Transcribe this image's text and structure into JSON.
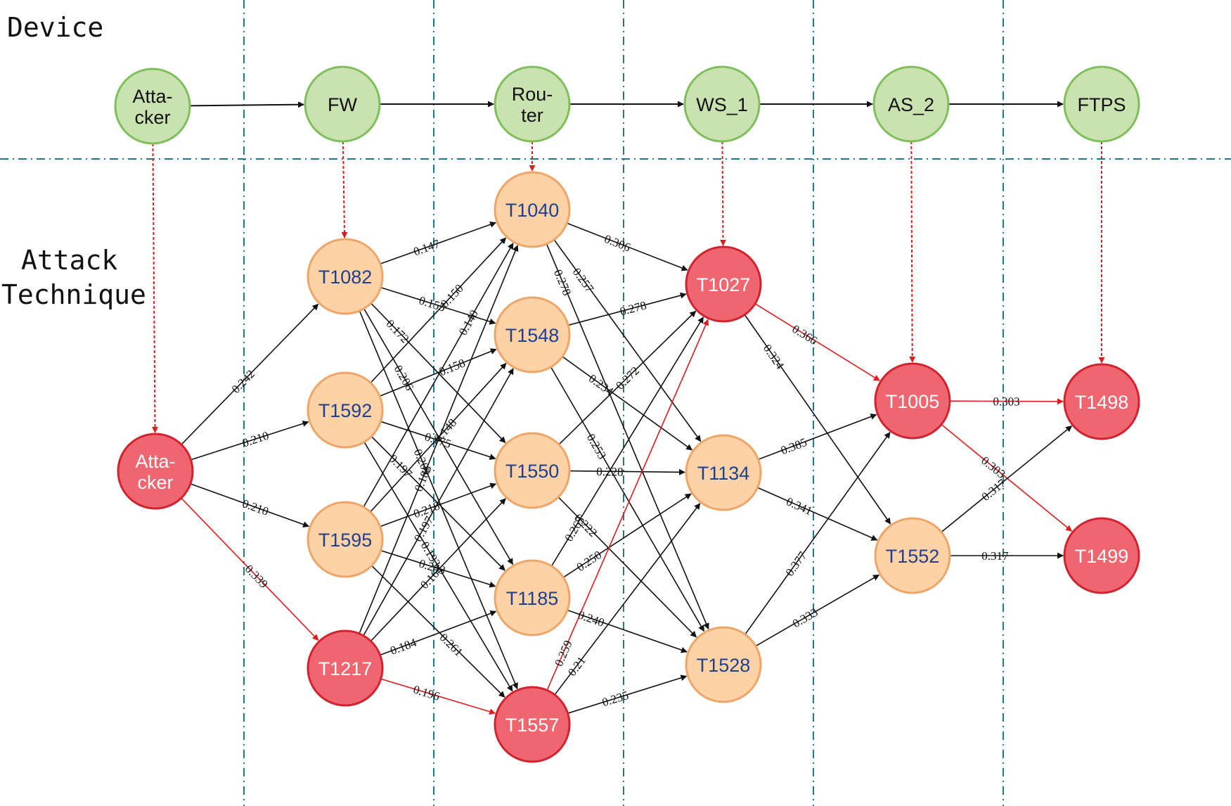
{
  "labels": {
    "device_lane": "Device",
    "technique_lane_line1": "Attack",
    "technique_lane_line2": "Technique"
  },
  "colors": {
    "device_fill": "#c9e2b0",
    "device_stroke": "#7fbf5b",
    "technique_fill": "#fcd2a6",
    "technique_stroke": "#eea567",
    "critical_fill": "#ef6670",
    "critical_stroke": "#d1232f",
    "grid_line": "#1a7d8c",
    "edge_default": "#111111",
    "edge_highlight": "#e01b1b",
    "technique_text": "#1f3f8f"
  },
  "devices": [
    {
      "id": "attacker",
      "lines": [
        "Atta-",
        "cker"
      ]
    },
    {
      "id": "fw",
      "lines": [
        "FW"
      ]
    },
    {
      "id": "router",
      "lines": [
        "Rou-",
        "ter"
      ]
    },
    {
      "id": "ws1",
      "lines": [
        "WS_1"
      ]
    },
    {
      "id": "as2",
      "lines": [
        "AS_2"
      ]
    },
    {
      "id": "ftps",
      "lines": [
        "FTPS"
      ]
    }
  ],
  "techniques": [
    {
      "id": "Attacker",
      "lines": [
        "Atta-",
        "cker"
      ],
      "kind": "critical"
    },
    {
      "id": "T1082",
      "lines": [
        "T1082"
      ],
      "kind": "normal"
    },
    {
      "id": "T1592",
      "lines": [
        "T1592"
      ],
      "kind": "normal"
    },
    {
      "id": "T1595",
      "lines": [
        "T1595"
      ],
      "kind": "normal"
    },
    {
      "id": "T1217",
      "lines": [
        "T1217"
      ],
      "kind": "critical"
    },
    {
      "id": "T1040",
      "lines": [
        "T1040"
      ],
      "kind": "normal"
    },
    {
      "id": "T1548",
      "lines": [
        "T1548"
      ],
      "kind": "normal"
    },
    {
      "id": "T1550",
      "lines": [
        "T1550"
      ],
      "kind": "normal"
    },
    {
      "id": "T1185",
      "lines": [
        "T1185"
      ],
      "kind": "normal"
    },
    {
      "id": "T1557",
      "lines": [
        "T1557"
      ],
      "kind": "critical"
    },
    {
      "id": "T1027",
      "lines": [
        "T1027"
      ],
      "kind": "critical"
    },
    {
      "id": "T1134",
      "lines": [
        "T1134"
      ],
      "kind": "normal"
    },
    {
      "id": "T1528",
      "lines": [
        "T1528"
      ],
      "kind": "normal"
    },
    {
      "id": "T1005",
      "lines": [
        "T1005"
      ],
      "kind": "critical"
    },
    {
      "id": "T1552",
      "lines": [
        "T1552"
      ],
      "kind": "normal"
    },
    {
      "id": "T1498",
      "lines": [
        "T1498"
      ],
      "kind": "critical"
    },
    {
      "id": "T1499",
      "lines": [
        "T1499"
      ],
      "kind": "critical"
    }
  ],
  "device_edges": [
    {
      "from": "attacker",
      "to": "fw"
    },
    {
      "from": "fw",
      "to": "router"
    },
    {
      "from": "router",
      "to": "ws1"
    },
    {
      "from": "ws1",
      "to": "as2"
    },
    {
      "from": "as2",
      "to": "ftps"
    }
  ],
  "mapping_edges": [
    {
      "from": "attacker",
      "to": "Attacker"
    },
    {
      "from": "fw",
      "to": "T1082"
    },
    {
      "from": "router",
      "to": "T1040"
    },
    {
      "from": "ws1",
      "to": "T1027"
    },
    {
      "from": "as2",
      "to": "T1005"
    },
    {
      "from": "ftps",
      "to": "T1498"
    }
  ],
  "edges": [
    {
      "from": "Attacker",
      "to": "T1082",
      "label": "0.242",
      "highlight": false
    },
    {
      "from": "Attacker",
      "to": "T1592",
      "label": "0.210",
      "highlight": false
    },
    {
      "from": "Attacker",
      "to": "T1595",
      "label": "0.210",
      "highlight": false
    },
    {
      "from": "Attacker",
      "to": "T1217",
      "label": "0.339",
      "highlight": true
    },
    {
      "from": "T1082",
      "to": "T1040",
      "label": "0.147",
      "highlight": false
    },
    {
      "from": "T1082",
      "to": "T1548",
      "label": "0.155",
      "highlight": false
    },
    {
      "from": "T1082",
      "to": "T1550",
      "label": "0.172",
      "highlight": false
    },
    {
      "from": "T1082",
      "to": "T1185",
      "label": "0.206",
      "highlight": false
    },
    {
      "from": "T1082",
      "to": "T1557",
      "label": "0.209",
      "highlight": false
    },
    {
      "from": "T1592",
      "to": "T1040",
      "label": "0.150",
      "highlight": false
    },
    {
      "from": "T1592",
      "to": "T1548",
      "label": "0.158",
      "highlight": false
    },
    {
      "from": "T1592",
      "to": "T1550",
      "label": "0.175",
      "highlight": false
    },
    {
      "from": "T1592",
      "to": "T1185",
      "label": "0.197",
      "highlight": false
    },
    {
      "from": "T1592",
      "to": "T1557",
      "label": "0.193",
      "highlight": false
    },
    {
      "from": "T1595",
      "to": "T1040",
      "label": "0.140",
      "highlight": false
    },
    {
      "from": "T1595",
      "to": "T1548",
      "label": "0.148",
      "highlight": false
    },
    {
      "from": "T1595",
      "to": "T1550",
      "label": "0.218",
      "highlight": false
    },
    {
      "from": "T1595",
      "to": "T1185",
      "label": "0.243",
      "highlight": false
    },
    {
      "from": "T1595",
      "to": "T1557",
      "label": "0.261",
      "highlight": false
    },
    {
      "from": "T1217",
      "to": "T1040",
      "label": "0.186",
      "highlight": false
    },
    {
      "from": "T1217",
      "to": "T1548",
      "label": "0.197",
      "highlight": false
    },
    {
      "from": "T1217",
      "to": "T1550",
      "label": "0.164",
      "highlight": false
    },
    {
      "from": "T1217",
      "to": "T1185",
      "label": "0.184",
      "highlight": false
    },
    {
      "from": "T1217",
      "to": "T1557",
      "label": "0.196",
      "highlight": true
    },
    {
      "from": "T1040",
      "to": "T1027",
      "label": "0.306",
      "highlight": false
    },
    {
      "from": "T1040",
      "to": "T1134",
      "label": "0.257",
      "highlight": false
    },
    {
      "from": "T1040",
      "to": "T1528",
      "label": "0.278",
      "highlight": false
    },
    {
      "from": "T1548",
      "to": "T1027",
      "label": "0.278",
      "highlight": false
    },
    {
      "from": "T1548",
      "to": "T1134",
      "label": "0.234",
      "highlight": false
    },
    {
      "from": "T1548",
      "to": "T1528",
      "label": "0.253",
      "highlight": false
    },
    {
      "from": "T1550",
      "to": "T1027",
      "label": "0.272",
      "highlight": false
    },
    {
      "from": "T1550",
      "to": "T1134",
      "label": "0.228",
      "highlight": false
    },
    {
      "from": "T1550",
      "to": "T1528",
      "label": "0.222",
      "highlight": false
    },
    {
      "from": "T1185",
      "to": "T1027",
      "label": "0.263",
      "highlight": false
    },
    {
      "from": "T1185",
      "to": "T1134",
      "label": "0.250",
      "highlight": false
    },
    {
      "from": "T1185",
      "to": "T1528",
      "label": "0.240",
      "highlight": false
    },
    {
      "from": "T1557",
      "to": "T1027",
      "label": "0.259",
      "highlight": true
    },
    {
      "from": "T1557",
      "to": "T1134",
      "label": "0.21",
      "highlight": false
    },
    {
      "from": "T1557",
      "to": "T1528",
      "label": "0.235",
      "highlight": false
    },
    {
      "from": "T1027",
      "to": "T1005",
      "label": "0.366",
      "highlight": true
    },
    {
      "from": "T1027",
      "to": "T1552",
      "label": "0.324",
      "highlight": false
    },
    {
      "from": "T1134",
      "to": "T1005",
      "label": "0.385",
      "highlight": false
    },
    {
      "from": "T1134",
      "to": "T1552",
      "label": "0.341",
      "highlight": false
    },
    {
      "from": "T1528",
      "to": "T1005",
      "label": "0.377",
      "highlight": false
    },
    {
      "from": "T1528",
      "to": "T1552",
      "label": "0.333",
      "highlight": false
    },
    {
      "from": "T1005",
      "to": "T1498",
      "label": "0.303",
      "highlight": true
    },
    {
      "from": "T1005",
      "to": "T1499",
      "label": "0.303",
      "highlight": true
    },
    {
      "from": "T1552",
      "to": "T1498",
      "label": "0.317",
      "highlight": false
    },
    {
      "from": "T1552",
      "to": "T1499",
      "label": "0.317",
      "highlight": false
    }
  ]
}
